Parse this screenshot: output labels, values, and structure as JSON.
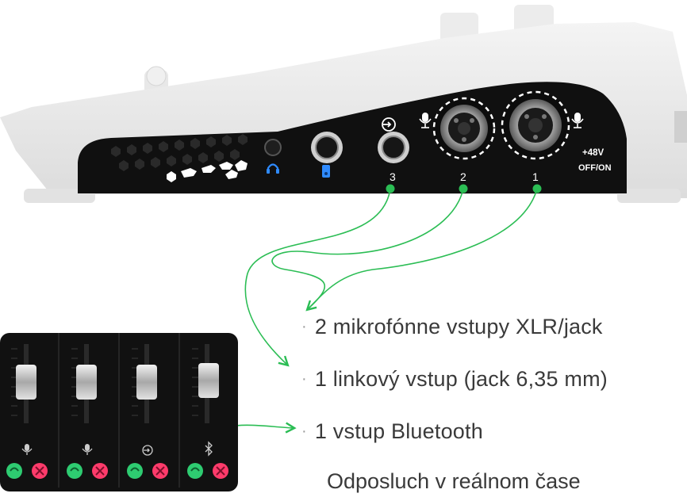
{
  "device": {
    "port_numbers": [
      "3",
      "2",
      "1"
    ],
    "phantom_power_label": "+48V",
    "phantom_switch_label": "OFF/ON",
    "icons": {
      "headphones": "headphones-icon",
      "line_input": "line-input-icon",
      "microphone": "microphone-icon",
      "bluetooth": "bluetooth-icon"
    }
  },
  "features": [
    {
      "bullet": "·",
      "text": "2 mikrofónne vstupy XLR/jack"
    },
    {
      "bullet": "·",
      "text": "1 linkový vstup (jack 6,35 mm)"
    },
    {
      "bullet": "·",
      "text": "1 vstup Bluetooth"
    }
  ],
  "caption": "Odposluch v reálnom čase",
  "mixer_channels": [
    {
      "icon": "microphone-icon"
    },
    {
      "icon": "microphone-icon"
    },
    {
      "icon": "line-input-icon"
    },
    {
      "icon": "bluetooth-icon"
    }
  ],
  "colors": {
    "accent_green": "#2bbd54",
    "monitor_green": "#2ecc71",
    "mute_red": "#ff3b6b",
    "blue_icon": "#2f8bff",
    "panel_black": "#101010"
  }
}
